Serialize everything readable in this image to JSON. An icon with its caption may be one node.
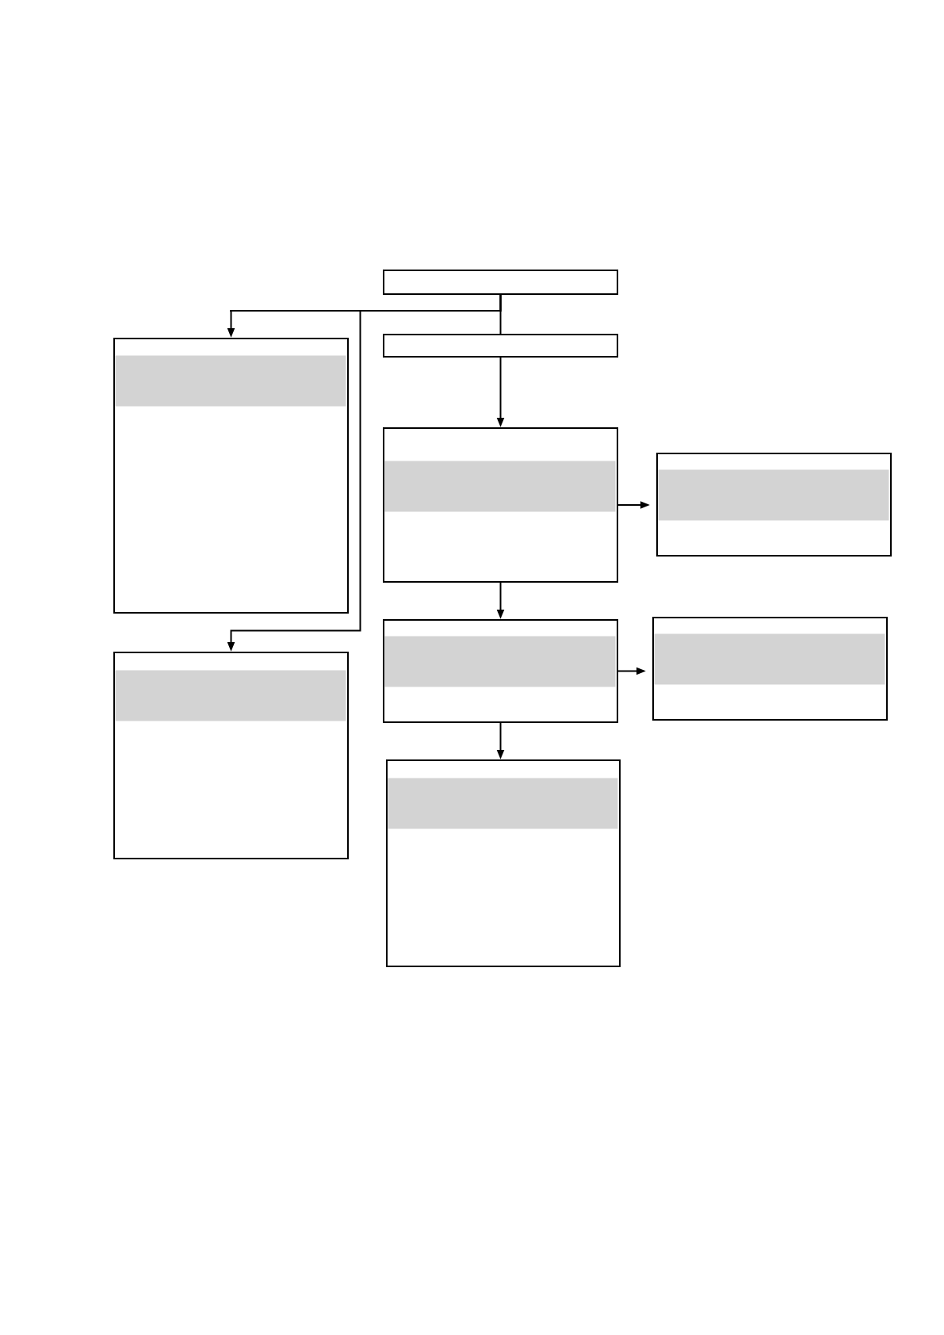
{
  "diagram": {
    "nodes": [
      {
        "text": [],
        "shape": "box"
      },
      {
        "text": [],
        "shape": "box"
      },
      {
        "text": [],
        "shape": "box"
      },
      {
        "text": [],
        "shape": "bar",
        "in": 2
      },
      {
        "text": [],
        "shape": "box"
      },
      {
        "text": [],
        "shape": "bar",
        "in": 4
      },
      {
        "text": [],
        "shape": "box"
      },
      {
        "text": [],
        "shape": "bar",
        "in": 6
      },
      {
        "text": [],
        "shape": "box"
      },
      {
        "text": [],
        "shape": "bar",
        "in": 8
      },
      {
        "text": [],
        "shape": "box"
      },
      {
        "text": [],
        "shape": "bar",
        "in": 10
      },
      {
        "text": [],
        "shape": "box"
      },
      {
        "text": [],
        "shape": "bar",
        "in": 12
      },
      {
        "text": [],
        "shape": "box"
      },
      {
        "text": [],
        "shape": "bar",
        "in": 14
      }
    ],
    "edges": [
      {
        "from": 0,
        "to": 1,
        "arrow": "none"
      },
      {
        "from": 0,
        "to": 2,
        "arrow": "to"
      },
      {
        "from": 0,
        "to": 12,
        "arrow": "to"
      },
      {
        "from": 1,
        "to": 4,
        "arrow": "to"
      },
      {
        "from": 4,
        "to": 6,
        "arrow": "to"
      },
      {
        "from": 4,
        "to": 8,
        "arrow": "to"
      },
      {
        "from": 8,
        "to": 10,
        "arrow": "to"
      },
      {
        "from": 8,
        "to": 14,
        "arrow": "to"
      }
    ]
  }
}
